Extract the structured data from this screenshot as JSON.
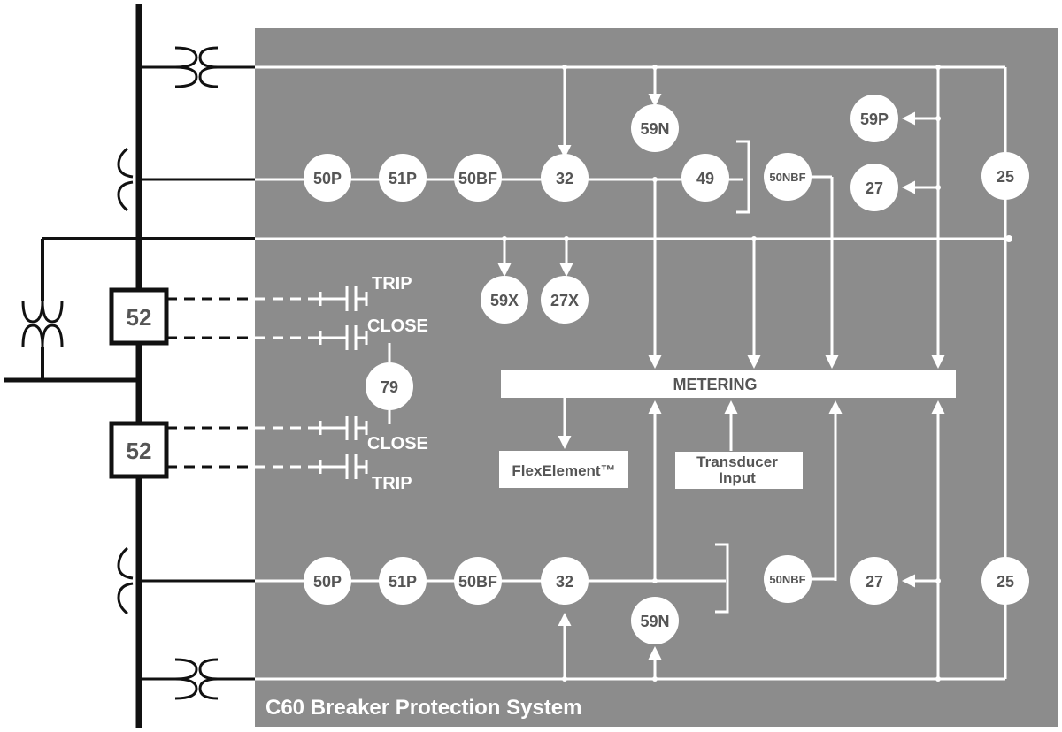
{
  "system_title": "C60 Breaker Protection System",
  "colors": {
    "panel": "#8c8c8c",
    "wire": "#ffffff",
    "bus": "#111111",
    "text": "#555555"
  },
  "top_line": {
    "relays": [
      "50P",
      "51P",
      "50BF",
      "32",
      "49",
      "50NBF"
    ],
    "voltage_relays": [
      "59N",
      "59P",
      "27",
      "25"
    ]
  },
  "middle": {
    "relays": [
      "59X",
      "27X",
      "79"
    ],
    "breaker_upper": {
      "label": "52",
      "contacts": [
        "TRIP",
        "CLOSE"
      ]
    },
    "breaker_lower": {
      "label": "52",
      "contacts": [
        "CLOSE",
        "TRIP"
      ]
    }
  },
  "bottom_line": {
    "relays": [
      "50P",
      "51P",
      "50BF",
      "32",
      "50NBF",
      "27",
      "25",
      "59N"
    ]
  },
  "boxes": {
    "metering": "METERING",
    "flexelement": "FlexElement™",
    "transducer_line1": "Transducer",
    "transducer_line2": "Input"
  }
}
